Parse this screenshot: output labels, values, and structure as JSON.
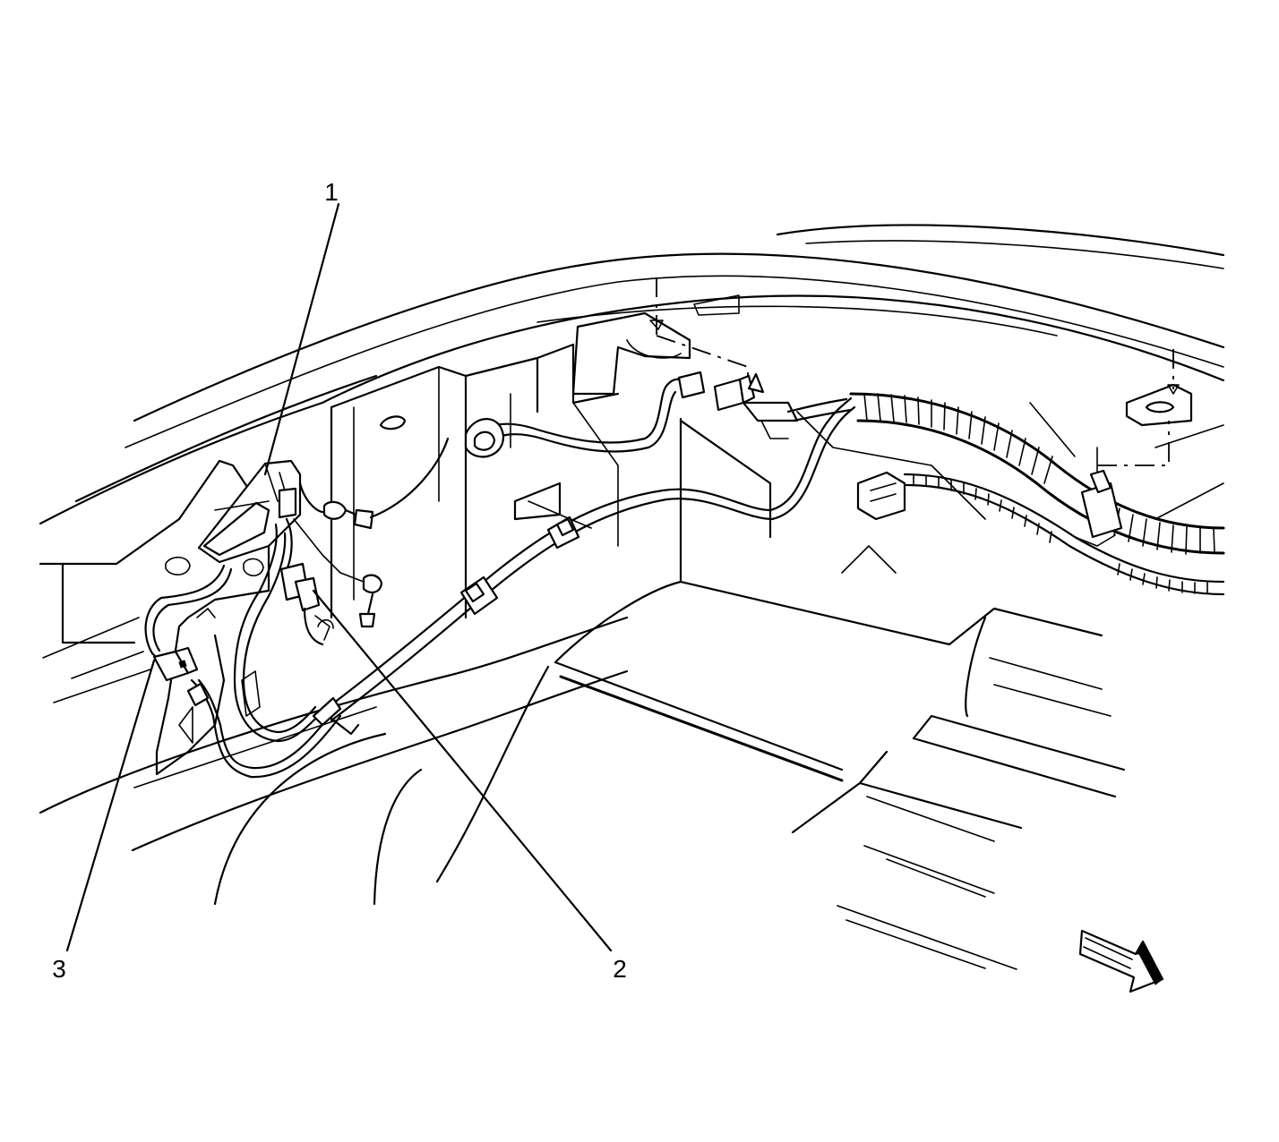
{
  "callouts": [
    {
      "number": "1"
    },
    {
      "number": "2"
    },
    {
      "number": "3"
    }
  ],
  "icons": {
    "direction_arrow": "front-direction-arrow-icon"
  }
}
